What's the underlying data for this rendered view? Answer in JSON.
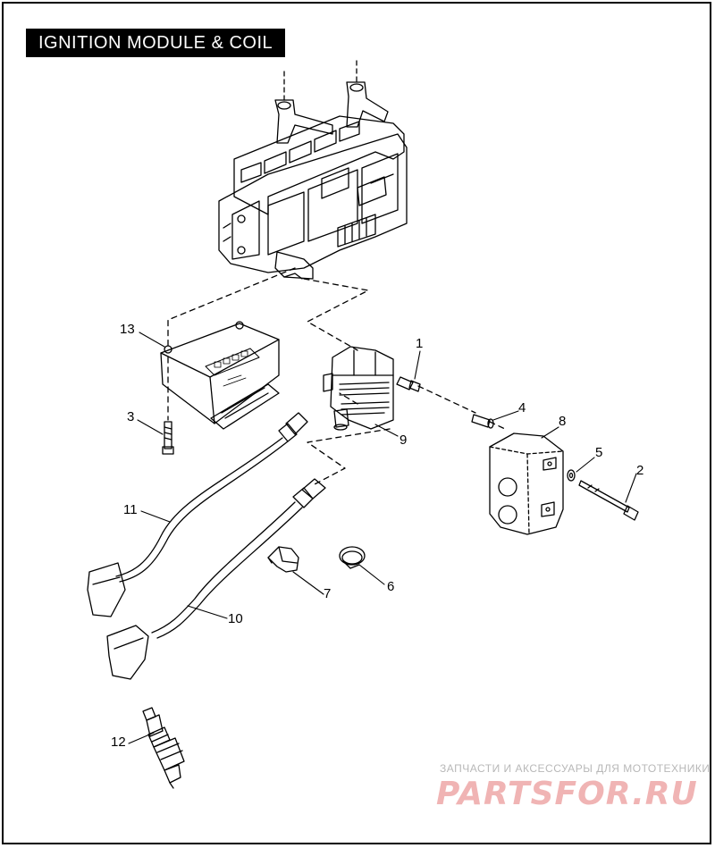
{
  "title": "IGNITION MODULE & COIL",
  "callouts": [
    {
      "id": "1",
      "label": "1"
    },
    {
      "id": "2",
      "label": "2"
    },
    {
      "id": "3",
      "label": "3"
    },
    {
      "id": "4",
      "label": "4"
    },
    {
      "id": "5",
      "label": "5"
    },
    {
      "id": "6",
      "label": "6"
    },
    {
      "id": "7",
      "label": "7"
    },
    {
      "id": "8",
      "label": "8"
    },
    {
      "id": "9",
      "label": "9"
    },
    {
      "id": "10",
      "label": "10"
    },
    {
      "id": "11",
      "label": "11"
    },
    {
      "id": "12",
      "label": "12"
    },
    {
      "id": "13",
      "label": "13"
    }
  ],
  "watermark": {
    "tagline": "ЗАПЧАСТИ И АКСЕССУАРЫ ДЛЯ МОТОТЕХНИКИ",
    "logo": "PARTSFOR.RU",
    "color": "#f0b4b4"
  }
}
